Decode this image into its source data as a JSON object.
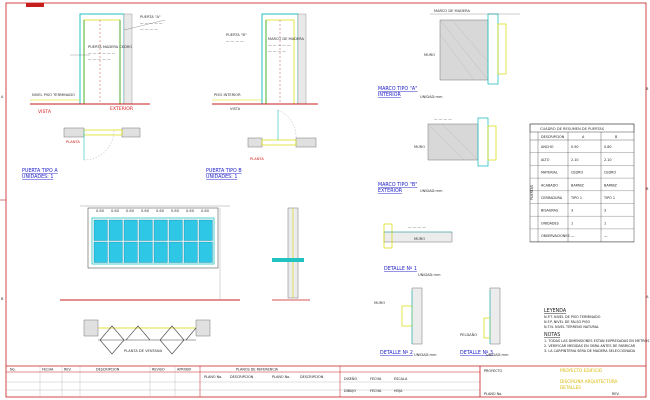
{
  "sheet": {
    "frame_letters_left": [
      "A",
      "B"
    ],
    "frame_letters_right": [
      "B",
      "B",
      "A"
    ]
  },
  "door_a": {
    "note_main": "PUERTA MADERA CEDRO",
    "note_floor": "NIVEL PISO TERMINADO",
    "label_inside": "VISTA",
    "label_outside": "EXTERIOR",
    "plan_label": "PLANTA",
    "title": "PUERTA TIPO A",
    "subtitle": "UNIDADES: 1"
  },
  "door_b": {
    "note_main": "MARCO DE MADERA",
    "note_floor": "PISO INTERIOR",
    "label_inside": "VISTA",
    "plan_label": "PLANTA",
    "title": "PUERTA TIPO B",
    "subtitle": "UNIDADES: 1"
  },
  "marco_a": {
    "title": "MARCO TIPO \"A\"",
    "subtitle": "INTERIOR",
    "unit": "UNIDAD:mm",
    "side_label": "MURO"
  },
  "marco_b": {
    "title": "MARCO TIPO \"B\"",
    "subtitle": "EXTERIOR",
    "unit": "UNIDAD:mm",
    "side_label": "MURO"
  },
  "window_elev": {
    "dim_notes": [
      "0.60",
      "0.60",
      "0.60",
      "0.60",
      "0.60",
      "0.60",
      "0.60",
      "0.60"
    ],
    "base_label": "PLANTA DE VENTANA"
  },
  "details": [
    {
      "title": "DETALLE Nº 1",
      "unit": "UNIDAD:mm",
      "tag": "MURO"
    },
    {
      "title": "DETALLE Nº 2",
      "unit": "UNIDAD:mm",
      "tag": "MURO"
    },
    {
      "title": "DETALLE Nº 3",
      "unit": "UNIDAD:mm",
      "tag": "PELDAÑO"
    }
  ],
  "schedule": {
    "title": "CUADRO DE RESUMEN DE PUERTAS",
    "headers": [
      "DESCRIPCION",
      "A",
      "B"
    ],
    "rows": [
      [
        "ANCHO",
        "0.90",
        "0.80"
      ],
      [
        "ALTO",
        "2.10",
        "2.10"
      ],
      [
        "MATERIAL",
        "CEDRO",
        "CEDRO"
      ],
      [
        "ACABADO",
        "BARNIZ",
        "BARNIZ"
      ],
      [
        "CERRADURA",
        "TIPO 1",
        "TIPO 1"
      ],
      [
        "BISAGRAS",
        "3",
        "3"
      ],
      [
        "UNIDADES",
        "1",
        "1"
      ],
      [
        "OBSERVACIONES",
        "—",
        "—"
      ]
    ],
    "side_label": "PUERTAS"
  },
  "legend": {
    "title": "LEYENDA",
    "items": [
      "N.P.T.  NIVEL DE PISO TERMINADO",
      "N.F.P.  NIVEL DE FALSO PISO",
      "N.T.N.  NIVEL TERRENO NATURAL"
    ],
    "notes_title": "NOTAS",
    "notes": [
      "1. TODAS LAS DIMENSIONES ESTAN EXPRESADAS EN METROS",
      "2. VERIFICAR MEDIDAS EN OBRA ANTES DE FABRICAR",
      "3. LA CARPINTERIA SERA DE MADERA SELECCIONADA"
    ]
  },
  "title_block": {
    "rev_headers": [
      "No.",
      "FECHA",
      "REV.",
      "DESCRIPCION",
      "REVISO",
      "APROBO"
    ],
    "ref_header": "PLANOS DE REFERENCIA",
    "ref_cols": [
      "PLANO No.",
      "DESCRIPCION",
      "PLANO No.",
      "DESCRIPCION"
    ],
    "sign_rows": [
      [
        "DISEÑO",
        "FECHA",
        "ESCALA"
      ],
      [
        "DIBUJO",
        "FECHA",
        "HOJA"
      ]
    ],
    "project": "PROYECTO",
    "sheet_desc": "DISCIPLINA ARQUITECTURA",
    "sheet_desc2": "DETALLES",
    "project_line": "PROYECTO EDIFICIO",
    "plan_no_label": "PLANO No.",
    "rev_label": "REV."
  }
}
